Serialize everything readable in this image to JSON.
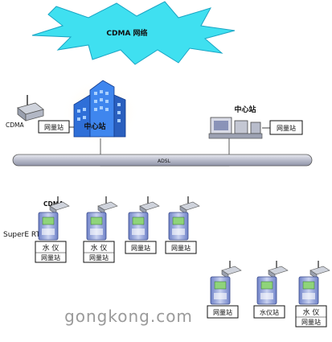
{
  "cloud": {
    "label": "CDMA 网络",
    "color": "#3fe0f0"
  },
  "center_left": {
    "device_label": "CDMA",
    "label": "中心站",
    "box_label": "网量站"
  },
  "center_right": {
    "label": "中心站",
    "box_label": "网量站"
  },
  "bus": {
    "label": "ADSL",
    "color": "#c8cad6"
  },
  "rtu_row": {
    "cdma_label": "CDMA",
    "rtu_label": "SuperE RTU",
    "boxes": [
      {
        "line1": "水 仪",
        "line2": "网量站"
      },
      {
        "line1": "水 仪",
        "line2": "网量站"
      },
      {
        "line2": "网量站"
      },
      {
        "line2": "网量站"
      }
    ]
  },
  "rtu_row2": {
    "boxes": [
      {
        "line2": "网量站"
      },
      {
        "line2": "水仪站"
      },
      {
        "line1": "水 仪",
        "line2": "网量站"
      }
    ]
  },
  "watermark": {
    "text": "gongkong.com"
  }
}
